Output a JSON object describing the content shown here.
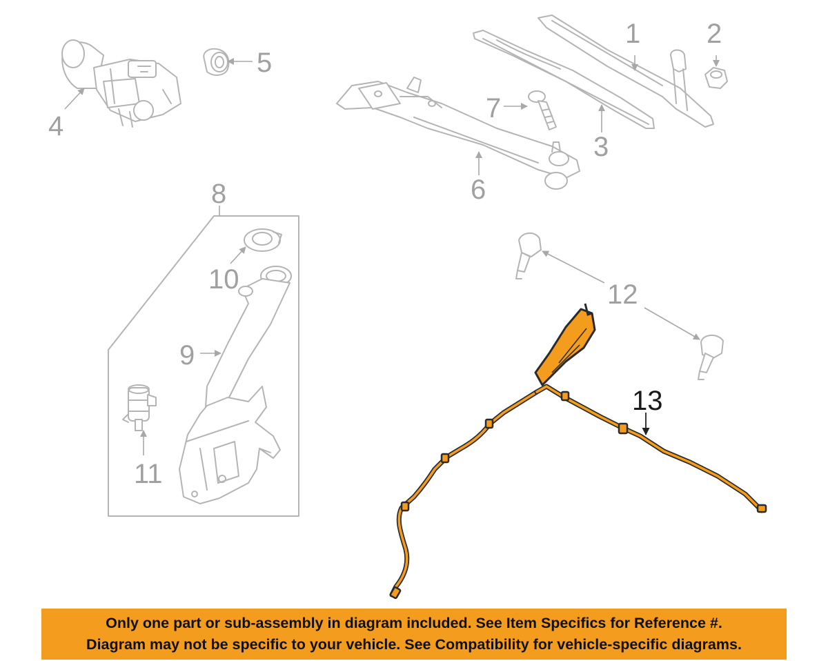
{
  "callouts": {
    "c1": "1",
    "c2": "2",
    "c3": "3",
    "c4": "4",
    "c5": "5",
    "c6": "6",
    "c7": "7",
    "c8": "8",
    "c9": "9",
    "c10": "10",
    "c11": "11",
    "c12": "12",
    "c13": "13"
  },
  "banner": {
    "line1": "Only one part or sub-assembly in diagram included. See Item Specifics for Reference #.",
    "line2": "Diagram may not be specific to your vehicle. See Compatibility for vehicle-specific diagrams."
  },
  "colors": {
    "highlight": "#f39c1d",
    "ghost_lines": "#b4b4b4",
    "callout_gray": "#a0a0a0",
    "callout_dark": "#1a1a1a"
  }
}
